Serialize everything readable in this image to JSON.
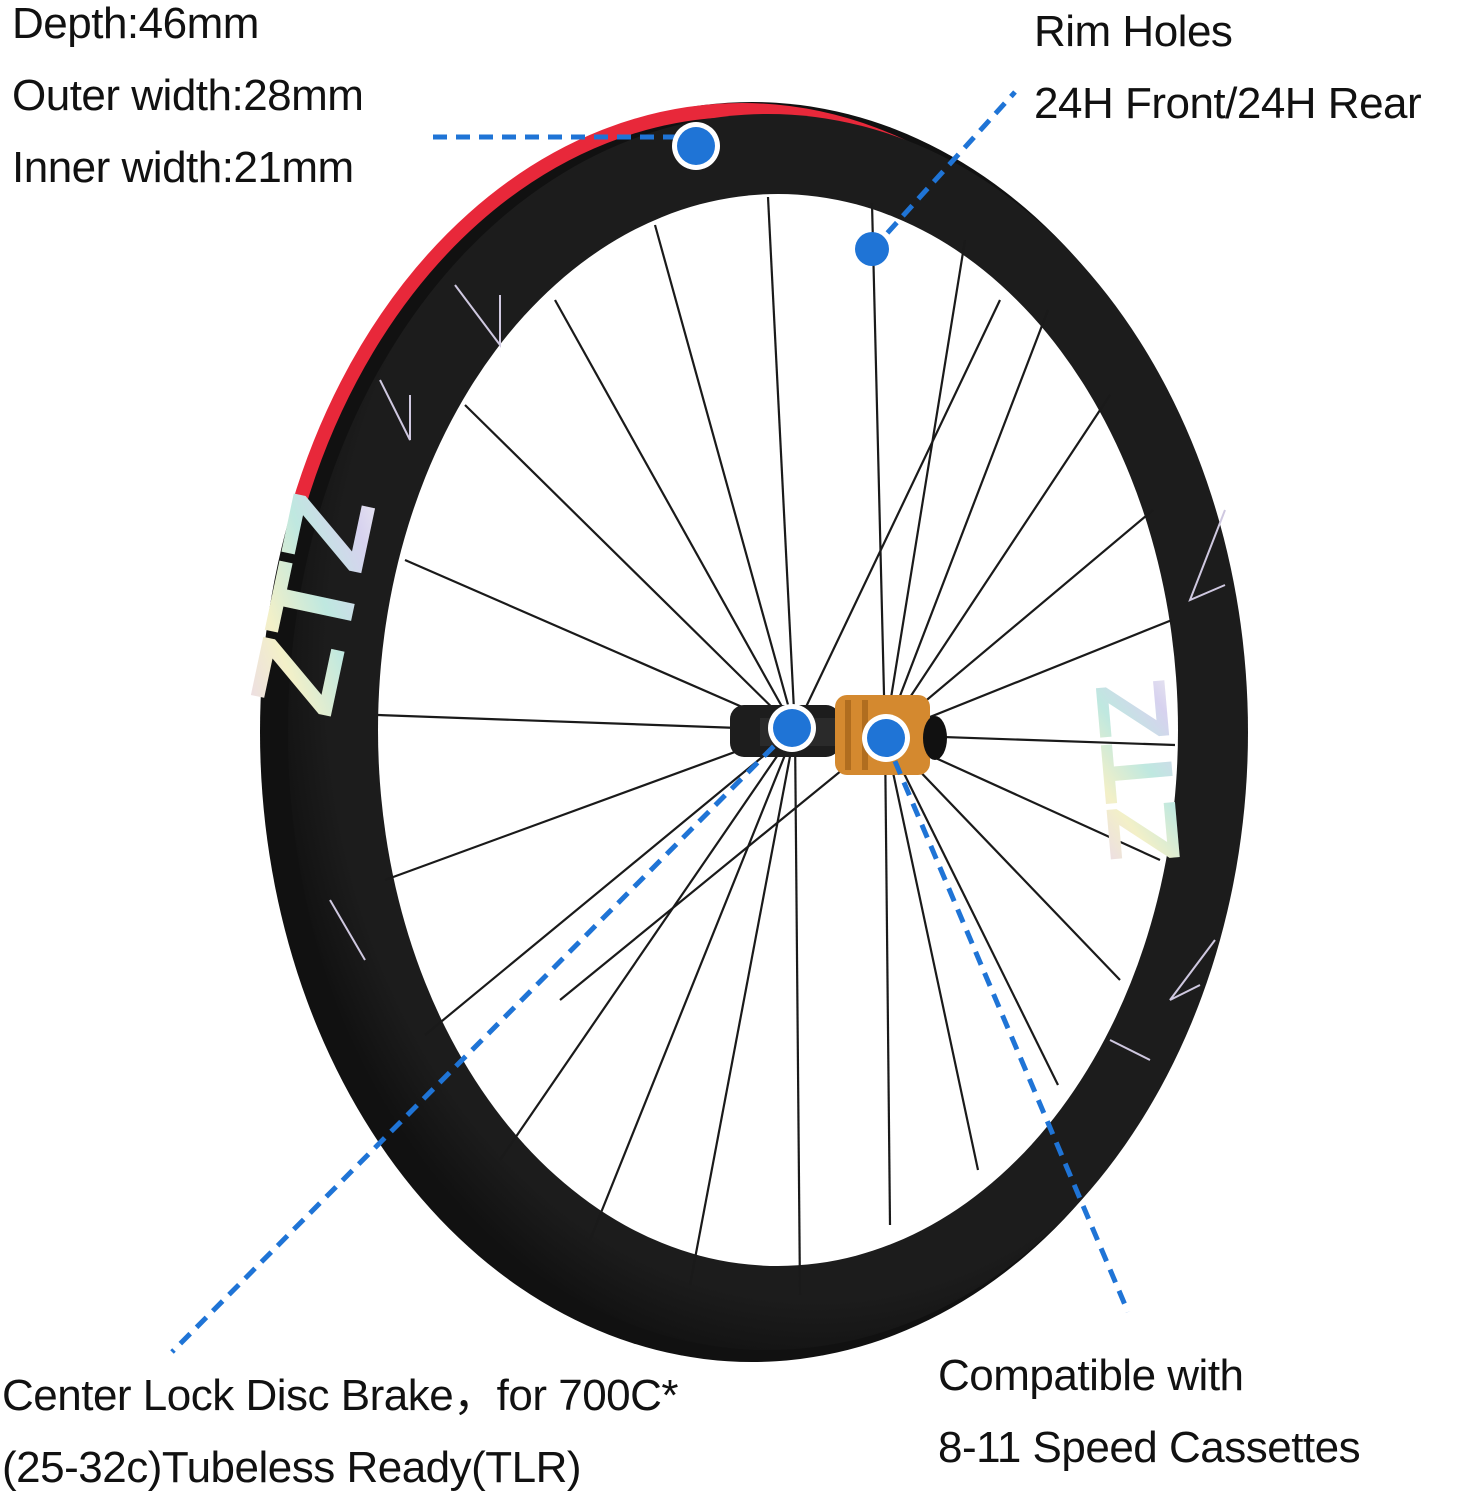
{
  "specs_top_left": {
    "depth": "Depth:46mm",
    "outer_width": "Outer width:28mm",
    "inner_width": "Inner width:21mm"
  },
  "specs_top_right": {
    "title": "Rim Holes",
    "value": "24H Front/24H Rear"
  },
  "specs_bottom_left": {
    "line1": "Center Lock Disc Brake，for 700C*",
    "line2": "(25-32c)Tubeless Ready(TLR)"
  },
  "specs_bottom_right": {
    "line1": "Compatible with",
    "line2": "8-11 Speed Cassettes"
  },
  "wheel": {
    "brand_decal": "ZTZ",
    "spoke_count": 24,
    "colors": {
      "rim": "#151515",
      "rim_stripe": "#e8283a",
      "hub": "#222222",
      "freehub": "#d4892f",
      "callout": "#1f74d6"
    }
  },
  "callouts": [
    {
      "name": "rim-depth-marker",
      "target": "rim top"
    },
    {
      "name": "rim-holes-marker",
      "target": "spoke hole"
    },
    {
      "name": "center-lock-marker",
      "target": "hub disc side"
    },
    {
      "name": "cassette-marker",
      "target": "freehub body"
    }
  ]
}
